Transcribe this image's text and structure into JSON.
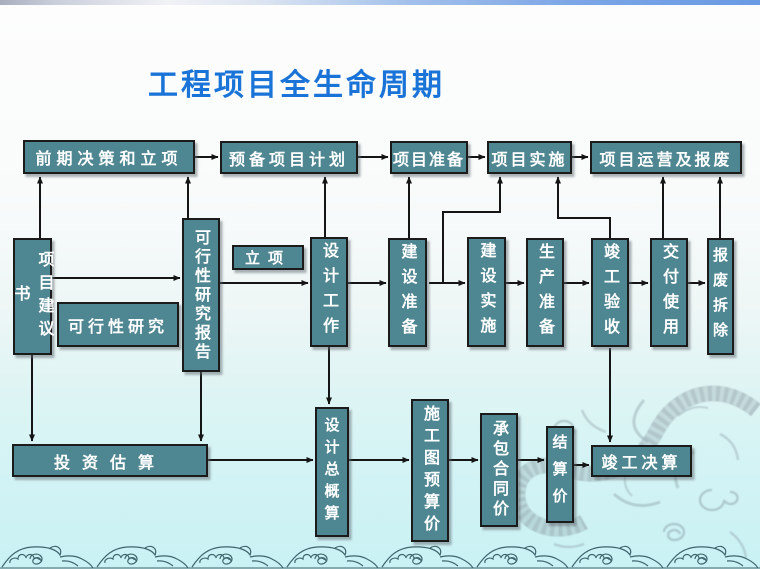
{
  "slide": {
    "title": "工程项目全生命周期"
  },
  "colors": {
    "title_blue": "#1a74d8",
    "box_teal": "#4e8691",
    "box_border_black": "#1b1b1b",
    "connector_black": "#151515",
    "bottom_cyan": "#c9f1f4",
    "top_bar_blue": "#6a9ae4"
  },
  "decorations": {
    "top_bar": "gradient-accent-bar",
    "bottom_wave": "wave-pattern-border",
    "dragon": "dragon-watermark"
  },
  "flow": {
    "top_row": [
      {
        "label": "前期决策和立项"
      },
      {
        "label": "预备项目计划"
      },
      {
        "label": "项目准备"
      },
      {
        "label": "项目实施"
      },
      {
        "label": "项目运营及报废"
      }
    ],
    "middle_row": [
      {
        "label": "项目建议书",
        "orientation": "vertical"
      },
      {
        "label": "可行性研究",
        "orientation": "horizontal"
      },
      {
        "label": "可行性研究报告",
        "orientation": "vertical"
      },
      {
        "label": "立项",
        "orientation": "horizontal"
      },
      {
        "label": "设计工作",
        "orientation": "vertical"
      },
      {
        "label": "建设准备",
        "orientation": "vertical"
      },
      {
        "label": "建设实施",
        "orientation": "vertical"
      },
      {
        "label": "生产准备",
        "orientation": "vertical"
      },
      {
        "label": "竣工验收",
        "orientation": "vertical"
      },
      {
        "label": "交付使用",
        "orientation": "vertical"
      },
      {
        "label": "报废拆除",
        "orientation": "vertical"
      }
    ],
    "bottom_row": [
      {
        "label": "投资估算",
        "orientation": "horizontal"
      },
      {
        "label": "设计总概算",
        "orientation": "vertical"
      },
      {
        "label": "施工图预算价",
        "orientation": "vertical"
      },
      {
        "label": "承包合同价",
        "orientation": "vertical"
      },
      {
        "label": "结算价",
        "orientation": "vertical"
      },
      {
        "label": "竣工决算",
        "orientation": "horizontal"
      }
    ]
  }
}
